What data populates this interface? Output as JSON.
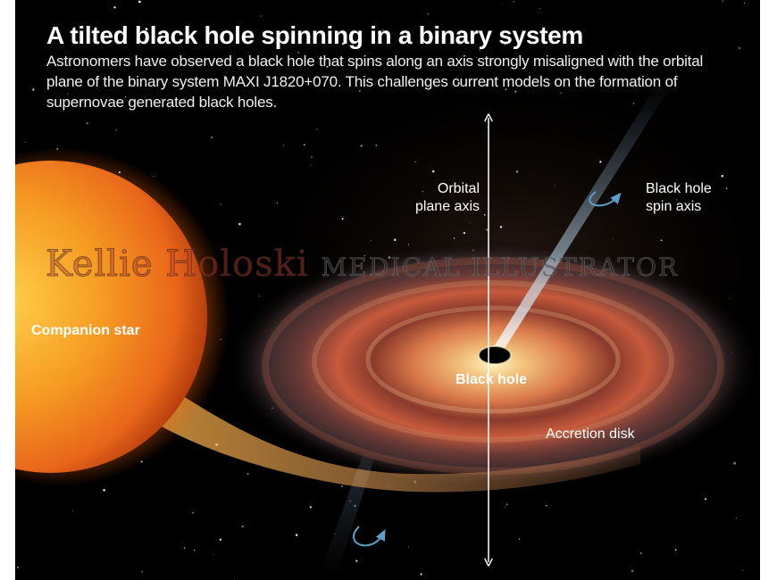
{
  "header": {
    "title": "A tilted black hole spinning in a binary system",
    "subtitle": "Astronomers have observed a black hole that spins along an axis strongly misaligned with the orbital plane of the binary system MAXI J1820+070. This challenges current models on the formation of supernovae generated black holes."
  },
  "labels": {
    "orbital_axis_line1": "Orbital",
    "orbital_axis_line2": "plane axis",
    "spin_axis_line1": "Black hole",
    "spin_axis_line2": "spin axis",
    "companion_star": "Companion star",
    "black_hole": "Black hole",
    "accretion_disk": "Accretion disk"
  },
  "watermark": {
    "name": "Kellie Holoski",
    "role": "MEDICAL ILLUSTRATOR"
  },
  "colors": {
    "background": "#000000",
    "star": "#f28a1c",
    "disk": "#c65a35",
    "arrow": "#5aa0c8"
  }
}
